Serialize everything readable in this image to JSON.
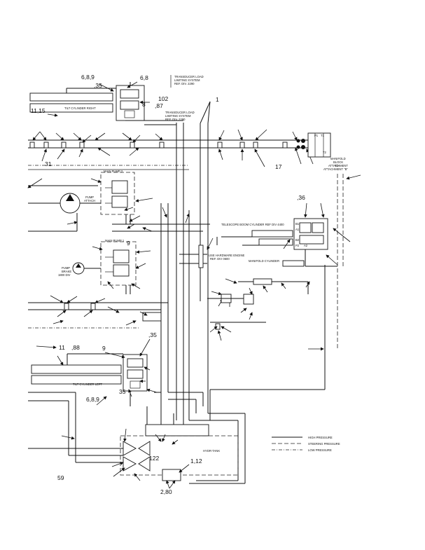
{
  "labels": {
    "tilt_right": "TILT CYLINDER RIGHT",
    "tilt_left": "TILT CYLINDER LEFT",
    "transducer_load": "TRANSDUCER LOAD",
    "transducer_load_2": "LIMITING SYSTEM",
    "transducer_load_3": "REF. DIV. 2290",
    "transducer_load_b": "TRANSDUCER LOAD",
    "transducer_load_b_2": "LIMITING SYSTEM",
    "transducer_load_b_3": "REF. DIV. 2290",
    "main_pump_2": "MAIN PUMP 2",
    "main_pump_1": "MAIN PUMP 1",
    "pump_attach": "PUMP",
    "pump_attach_2": "ATTACH",
    "pump_brake": "PUMP",
    "pump_brake_2": "BRAKE",
    "pump_brake_3": "1800 DIV",
    "manifold_block": "MANIFOLD",
    "manifold_block_2": "BLOCK",
    "manifold_block_3": "ATTACHMENT",
    "to_attachment": "TO",
    "to_attachment_2": "ATTACHMENT \"B\"",
    "telescope": "TELESCOPE BOOM CYLINDER REF DIV 4400",
    "see_hardware": "USE HARDWARE ENGINE",
    "see_hardware_2": "REF. DIV 0600",
    "manifold_cyl": "MANIFOLD CYLINDER",
    "hydr_tank": "HYDR-TANK",
    "valve_p1": "P1",
    "valve_t1": "T1",
    "valve_p2": "P2",
    "valve_t2": "T2",
    "valve_b1": "B1",
    "valve_a1": "A1",
    "valve_b2": "B2",
    "valve_a2": "A2"
  },
  "numbers": {
    "n_689_top": "6,8,9",
    "n_68_top": "6,8",
    "n_35_top": ",35",
    "n_102": "102",
    "n_87": ",87",
    "n_8": "8",
    "n_1115": "11,15",
    "n_31": "31",
    "n_17": "17",
    "n_36": ",36",
    "n_9": "9",
    "n_11": "11",
    "n_88": ",88",
    "n_9b": "9",
    "n_35_mid": ",35",
    "n_35_low": "35",
    "n_689_low": "6,8,9",
    "n_59": "59",
    "n_122": "122",
    "n_112": "1,12",
    "n_280": "2,80",
    "n_1": "1"
  },
  "legend": {
    "high": "HIGH PRESSURE",
    "steering": "STEERING PRESSURE",
    "low": "LOW PRESSURE"
  }
}
